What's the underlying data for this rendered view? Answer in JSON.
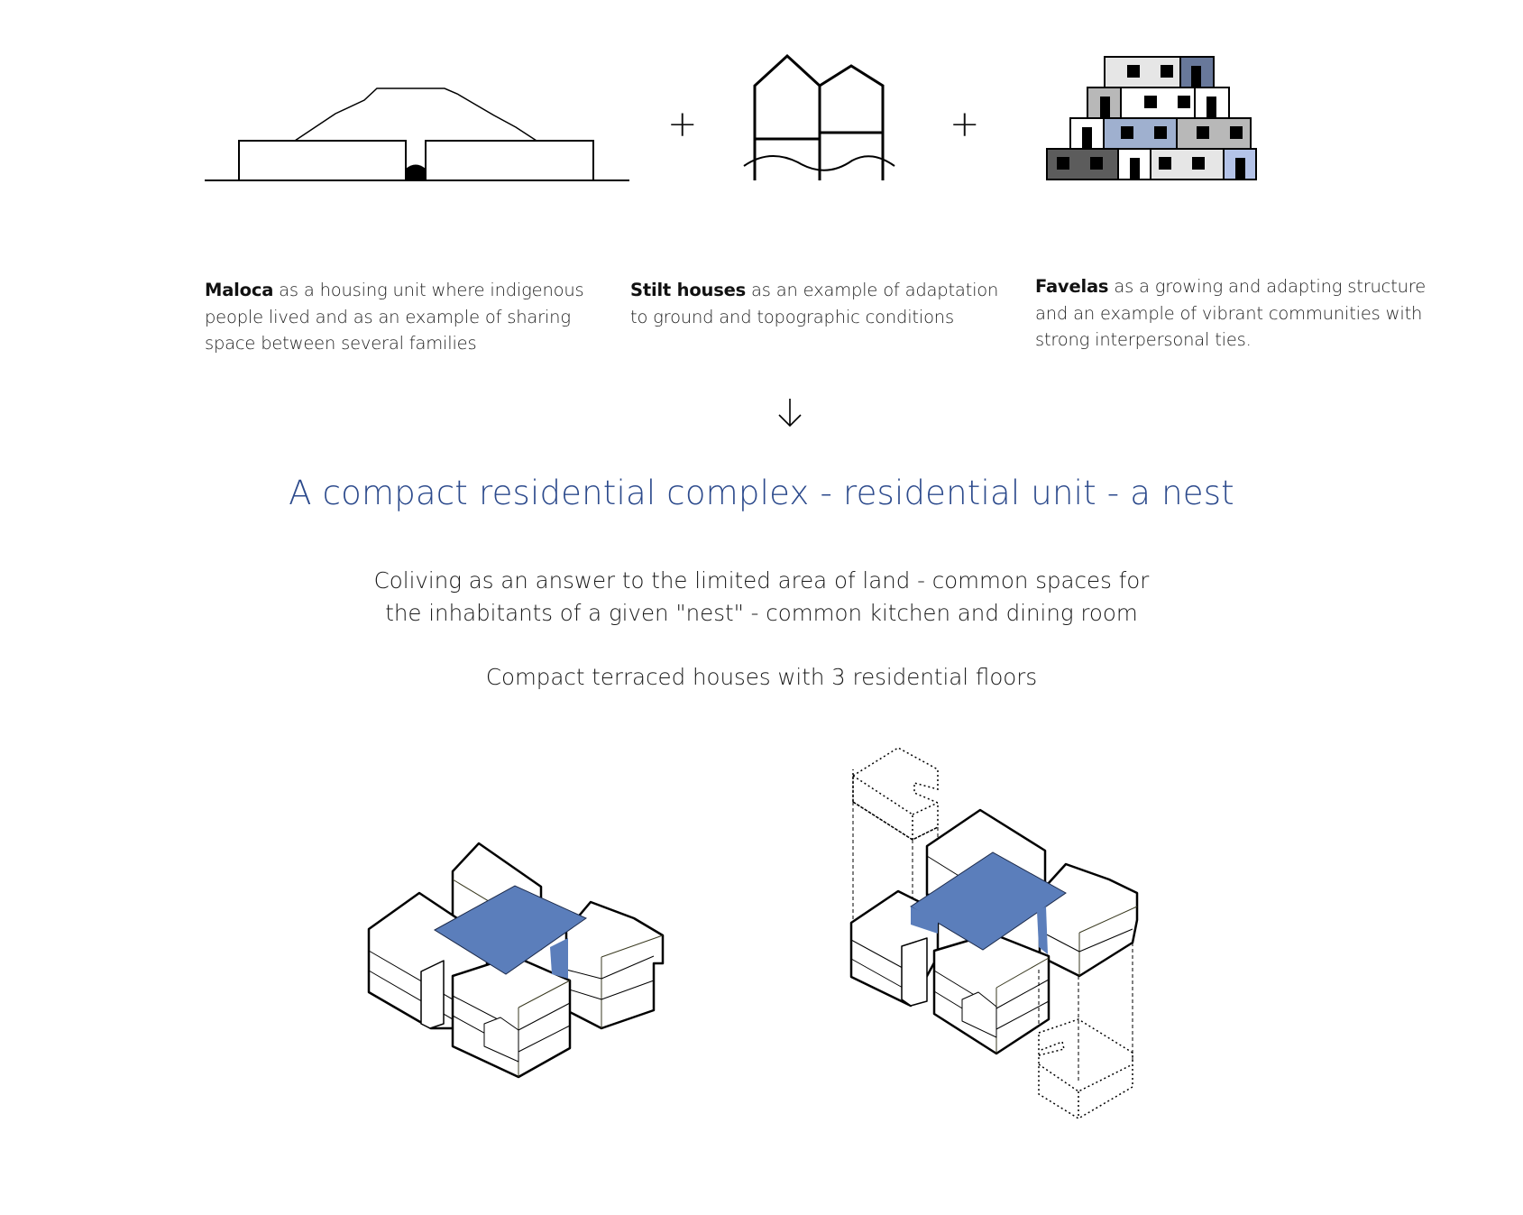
{
  "precedents": [
    {
      "name": "maloca",
      "bold": "Maloca",
      "lines": [
        "as a housing unit where indigenous",
        "people lived and as an example of sharing",
        "space between several families"
      ]
    },
    {
      "name": "stilt-houses",
      "bold": "Stilt houses",
      "lines": [
        "as an example of adaptation",
        "to ground and topographic conditions"
      ]
    },
    {
      "name": "favelas",
      "bold": "Favelas",
      "lines": [
        "as a growing and adapting structure",
        "and an example of vibrant communities with",
        "strong interpersonal ties."
      ]
    }
  ],
  "operators": {
    "plus": "+",
    "arrow": "↓"
  },
  "title": "A compact residential complex - residential unit - a nest",
  "body": {
    "line1": "Coliving as an answer to the limited area of land - common spaces for",
    "line2": "the inhabitants of a given \"nest\" - common kitchen and dining room",
    "line3": "Compact terraced houses with 3 residential floors"
  },
  "colors": {
    "title": "#2c4a8c",
    "courtyard_blue": "#5b7ebb",
    "favela_dark": "#5c5c5c",
    "favela_mid": "#b8b8b8",
    "favela_light": "#e6e6e6",
    "favela_blue": "#9fb0cf",
    "favela_slate": "#68789a",
    "favela_pale_blue": "#b4c3e8"
  },
  "diagrams": {
    "left": "isometric-nest-assembled",
    "right": "isometric-nest-exploded"
  }
}
